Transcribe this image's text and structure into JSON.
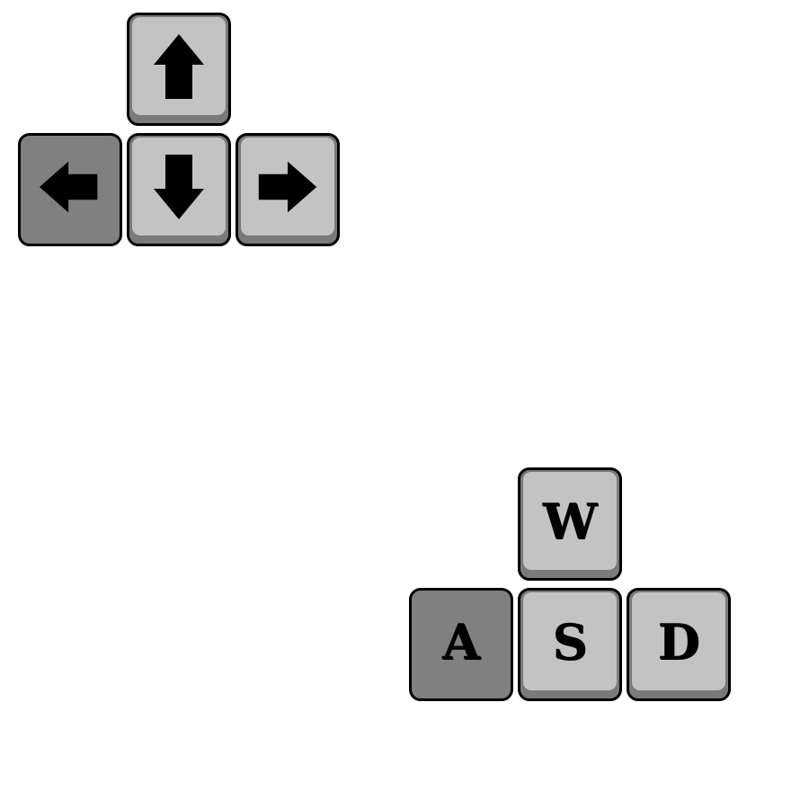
{
  "arrow_keys": {
    "up": {
      "icon": "arrow-up-icon",
      "pressed": false
    },
    "left": {
      "icon": "arrow-left-icon",
      "pressed": true
    },
    "down": {
      "icon": "arrow-down-icon",
      "pressed": false
    },
    "right": {
      "icon": "arrow-right-icon",
      "pressed": false
    }
  },
  "wasd_keys": {
    "w": {
      "label": "W",
      "pressed": false
    },
    "a": {
      "label": "A",
      "pressed": true
    },
    "s": {
      "label": "S",
      "pressed": false
    },
    "d": {
      "label": "D",
      "pressed": false
    }
  },
  "colors": {
    "key_face": "#c3c3c3",
    "key_pressed": "#808080",
    "key_shadow": "#7a7a7a",
    "outline": "#000000",
    "background": "#ffffff"
  }
}
